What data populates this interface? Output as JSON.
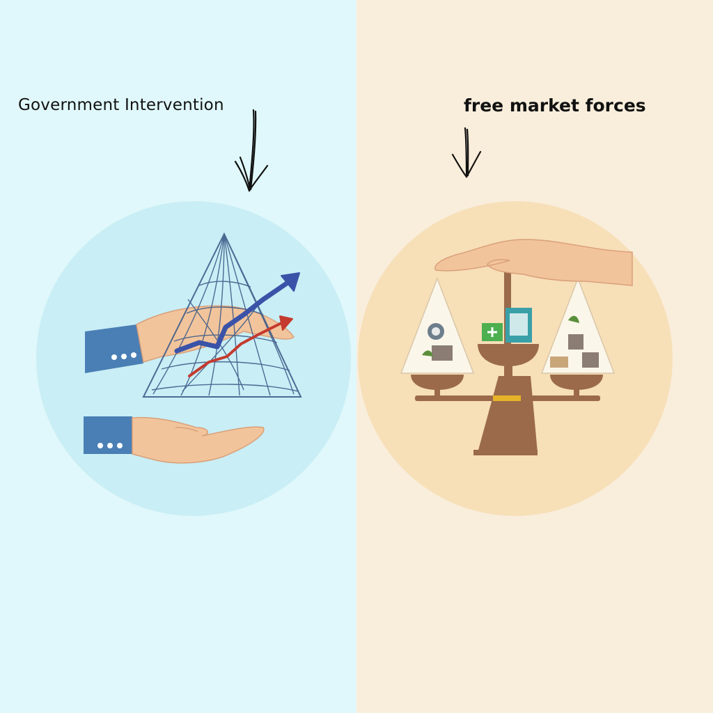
{
  "left_panel": {
    "label": "Government Intervention",
    "background": "#e0f8fb",
    "circle_color": "#c9eef5"
  },
  "right_panel": {
    "label": "free market forces",
    "background": "#f9eedb",
    "circle_color": "#f7dfb8"
  },
  "colors": {
    "sleeve": "#4a7fb5",
    "skin": "#f2c49b",
    "net": "#3e5c8a",
    "arrow_blue": "#3a53a8",
    "arrow_red": "#c43a2e",
    "scale_brown": "#9a6a4a",
    "scale_gold": "#e6b429"
  },
  "icons": {
    "left": [
      "down-arrow-icon",
      "hand-with-net-icon",
      "rising-trend-arrows-icon",
      "open-hand-icon"
    ],
    "right": [
      "down-arrow-icon",
      "balance-scale-icon",
      "hand-on-scale-icon",
      "goods-icons"
    ]
  }
}
